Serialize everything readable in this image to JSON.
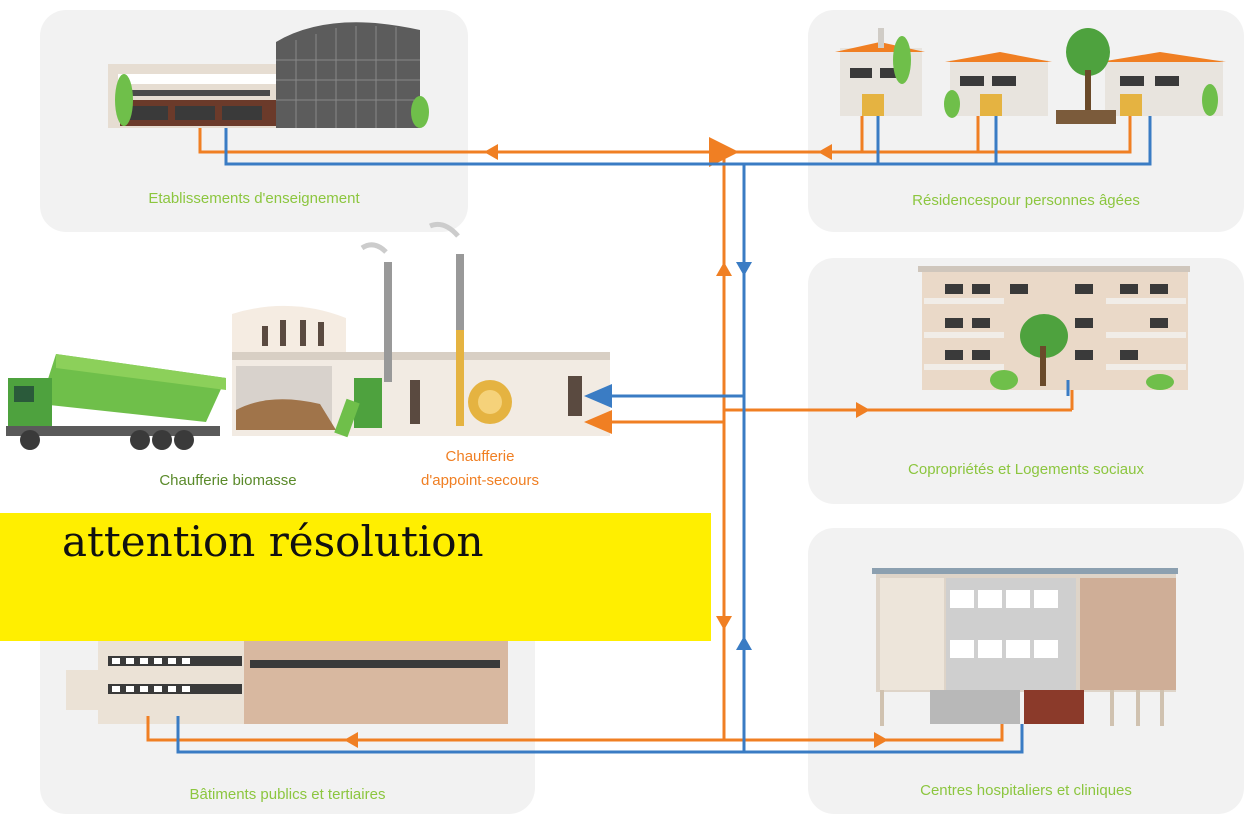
{
  "colors": {
    "hot_pipe": "#f07f23",
    "return_pipe": "#3a7cc4",
    "label_green": "#8cc63f",
    "panel_bg": "#f2f2f2",
    "banner_bg": "#ffef00"
  },
  "consumers": {
    "schools": {
      "label": "Etablissements d'enseignement",
      "icon": "school-building-icon"
    },
    "elderly": {
      "label": "Résidencespour personnes âgées",
      "icon": "residential-houses-icon"
    },
    "social_housing": {
      "label": "Copropriétés et  Logements sociaux",
      "icon": "apartment-block-icon"
    },
    "hospitals": {
      "label": "Centres hospitaliers et cliniques",
      "icon": "hospital-building-icon"
    },
    "public": {
      "label": "Bâtiments publics et tertiaires",
      "icon": "public-building-icon"
    }
  },
  "plant": {
    "biomass_label": "Chaufferie biomasse",
    "backup_label_line1": "Chaufferie",
    "backup_label_line2": "d'appoint-secours",
    "truck_icon": "delivery-truck-icon",
    "boiler_icon": "boiler-icon"
  },
  "banner": {
    "text": "attention résolution"
  }
}
